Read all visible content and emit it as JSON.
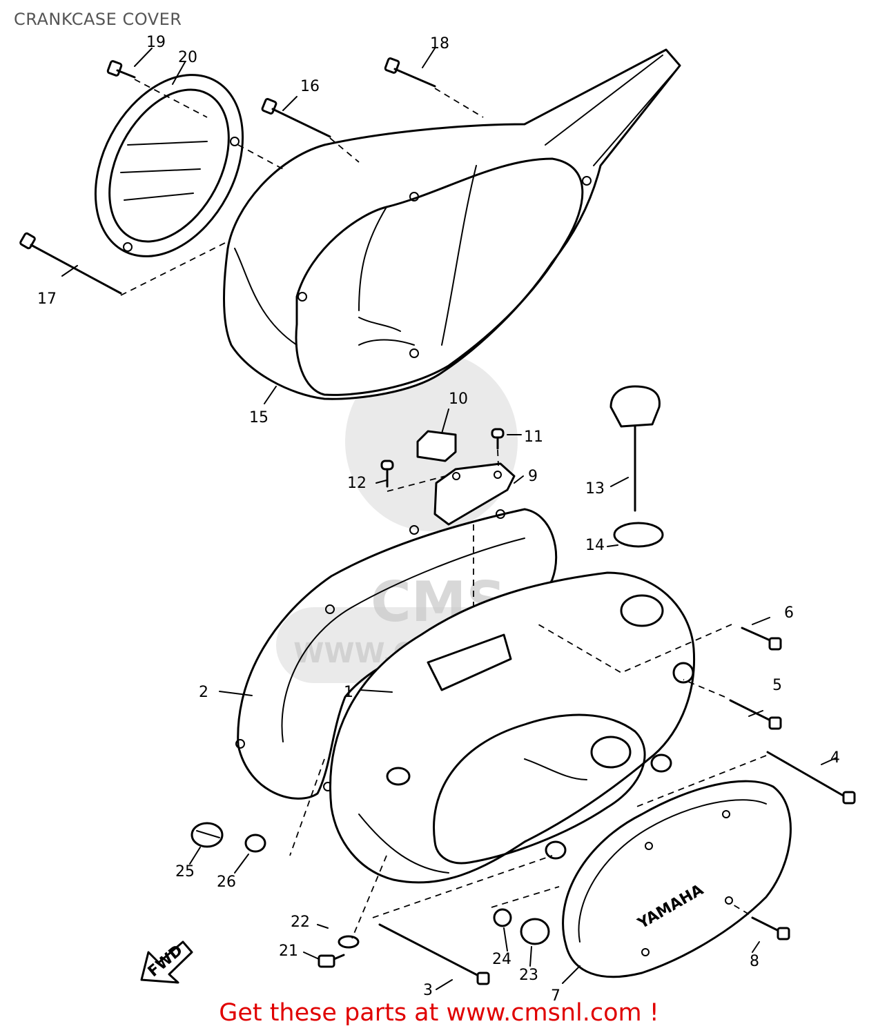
{
  "title": "CRANKCASE COVER",
  "footer": {
    "text": "Get these parts at www.cmsnl.com !",
    "color": "#e00000"
  },
  "watermark": {
    "logo": "CMS",
    "url": "WWW.CMSNL.COM"
  },
  "brand_mark": "YAMAHA",
  "fwd_mark": "FWD",
  "callouts": [
    "1",
    "2",
    "3",
    "4",
    "5",
    "6",
    "7",
    "8",
    "9",
    "10",
    "11",
    "12",
    "13",
    "14",
    "15",
    "16",
    "17",
    "18",
    "19",
    "20",
    "21",
    "22",
    "23",
    "24",
    "25",
    "26"
  ]
}
